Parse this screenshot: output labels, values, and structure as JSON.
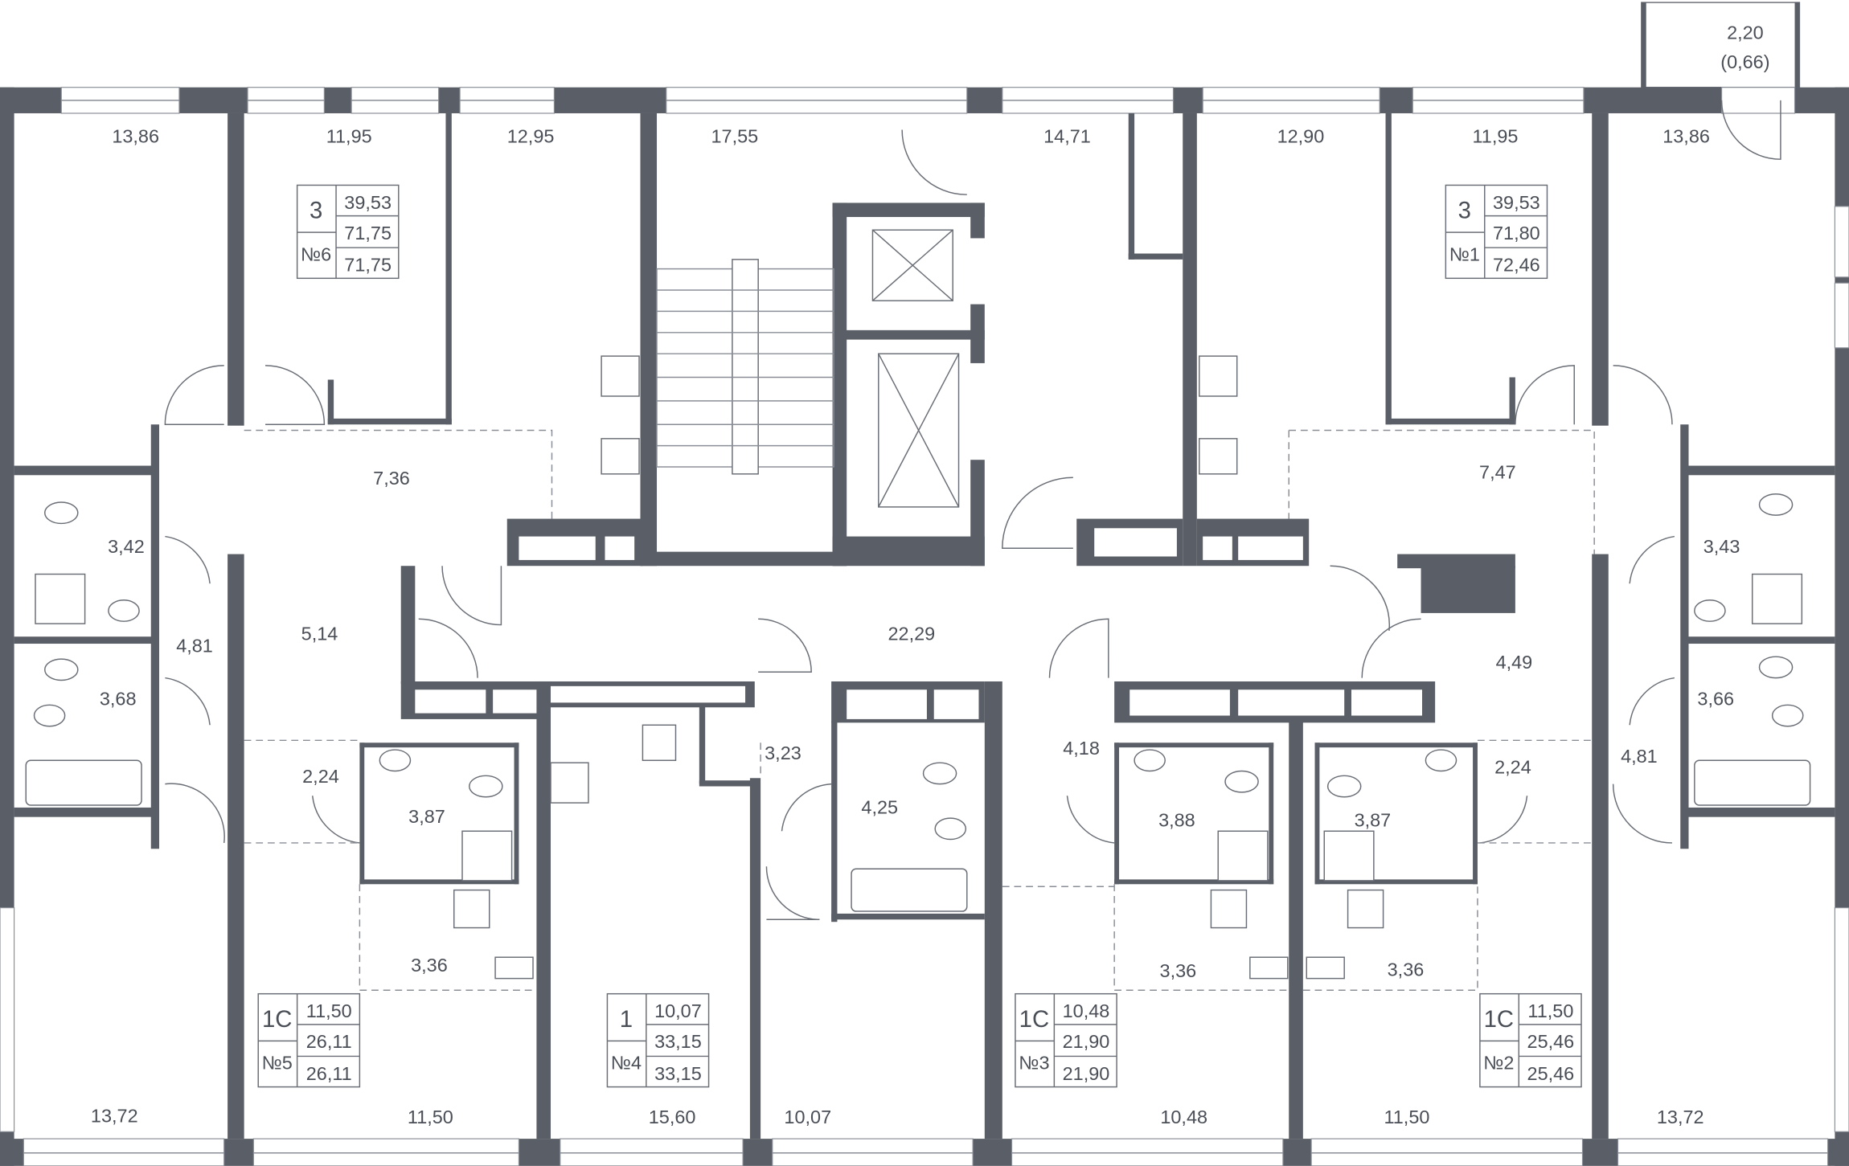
{
  "title": "Floor plan",
  "colors": {
    "wall": "#5a5e66",
    "text": "#4a4e56"
  },
  "balcony": {
    "area": "2,20",
    "reduced_area": "(0,66)"
  },
  "rooms": [
    "13,86",
    "11,95",
    "12,95",
    "17,55",
    "14,71",
    "12,90",
    "11,95",
    "13,86",
    "7,36",
    "7,47",
    "3,42",
    "4,81",
    "3,68",
    "5,14",
    "22,29",
    "4,49",
    "3,43",
    "3,66",
    "4,81",
    "2,24",
    "3,87",
    "3,36",
    "3,23",
    "4,25",
    "4,18",
    "3,88",
    "3,87",
    "2,24",
    "3,36",
    "3,36",
    "13,72",
    "11,50",
    "15,60",
    "10,07",
    "10,48",
    "11,50",
    "13,72"
  ],
  "apartments": [
    {
      "rooms": "3",
      "number": "№6",
      "living": "39,53",
      "total": "71,75",
      "total_with_balcony": "71,75"
    },
    {
      "rooms": "3",
      "number": "№1",
      "living": "39,53",
      "total": "71,80",
      "total_with_balcony": "72,46"
    },
    {
      "rooms": "1С",
      "number": "№5",
      "living": "11,50",
      "total": "26,11",
      "total_with_balcony": "26,11"
    },
    {
      "rooms": "1",
      "number": "№4",
      "living": "10,07",
      "total": "33,15",
      "total_with_balcony": "33,15"
    },
    {
      "rooms": "1С",
      "number": "№3",
      "living": "10,48",
      "total": "21,90",
      "total_with_balcony": "21,90"
    },
    {
      "rooms": "1С",
      "number": "№2",
      "living": "11,50",
      "total": "25,46",
      "total_with_balcony": "25,46"
    }
  ]
}
